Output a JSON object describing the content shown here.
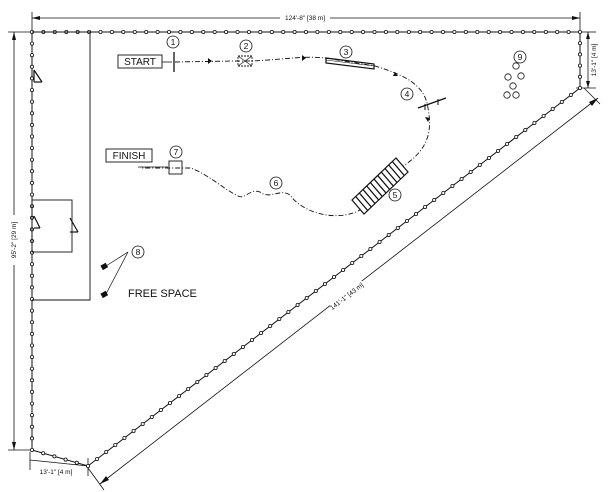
{
  "dimensions": {
    "top": "124'-8\" [38 m]",
    "left": "95'-2\" [29 m]",
    "right": "13'-1\" [4 m]",
    "bottom": "13'-1\" [4 m]",
    "diagonal": "141'-1\" [43 m]"
  },
  "labels": {
    "start": "START",
    "finish": "FINISH",
    "free_space": "FREE SPACE"
  },
  "markers": [
    "1",
    "2",
    "3",
    "4",
    "5",
    "6",
    "7",
    "8",
    "9"
  ],
  "colors": {
    "ink": "#111111",
    "background": "#ffffff"
  }
}
